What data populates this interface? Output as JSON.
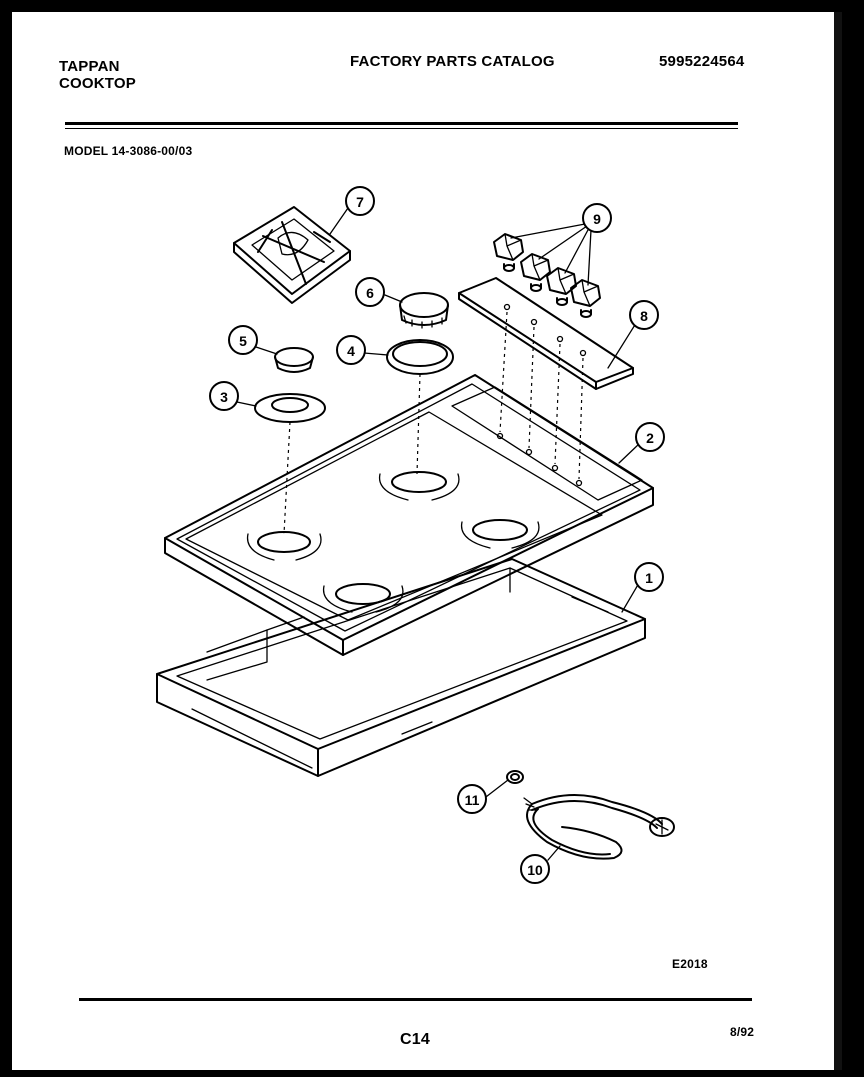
{
  "header": {
    "brand_line1": "TAPPAN",
    "brand_line2": "COOKTOP",
    "catalog_title": "FACTORY PARTS CATALOG",
    "catalog_number": "5995224564",
    "model": "MODEL 14-3086-00/03"
  },
  "callouts": {
    "c1": "1",
    "c2": "2",
    "c3": "3",
    "c4": "4",
    "c5": "5",
    "c6": "6",
    "c7": "7",
    "c8": "8",
    "c9": "9",
    "c10": "10",
    "c11": "11"
  },
  "footer": {
    "diagram_code": "E2018",
    "page": "C14",
    "date": "8/92"
  }
}
